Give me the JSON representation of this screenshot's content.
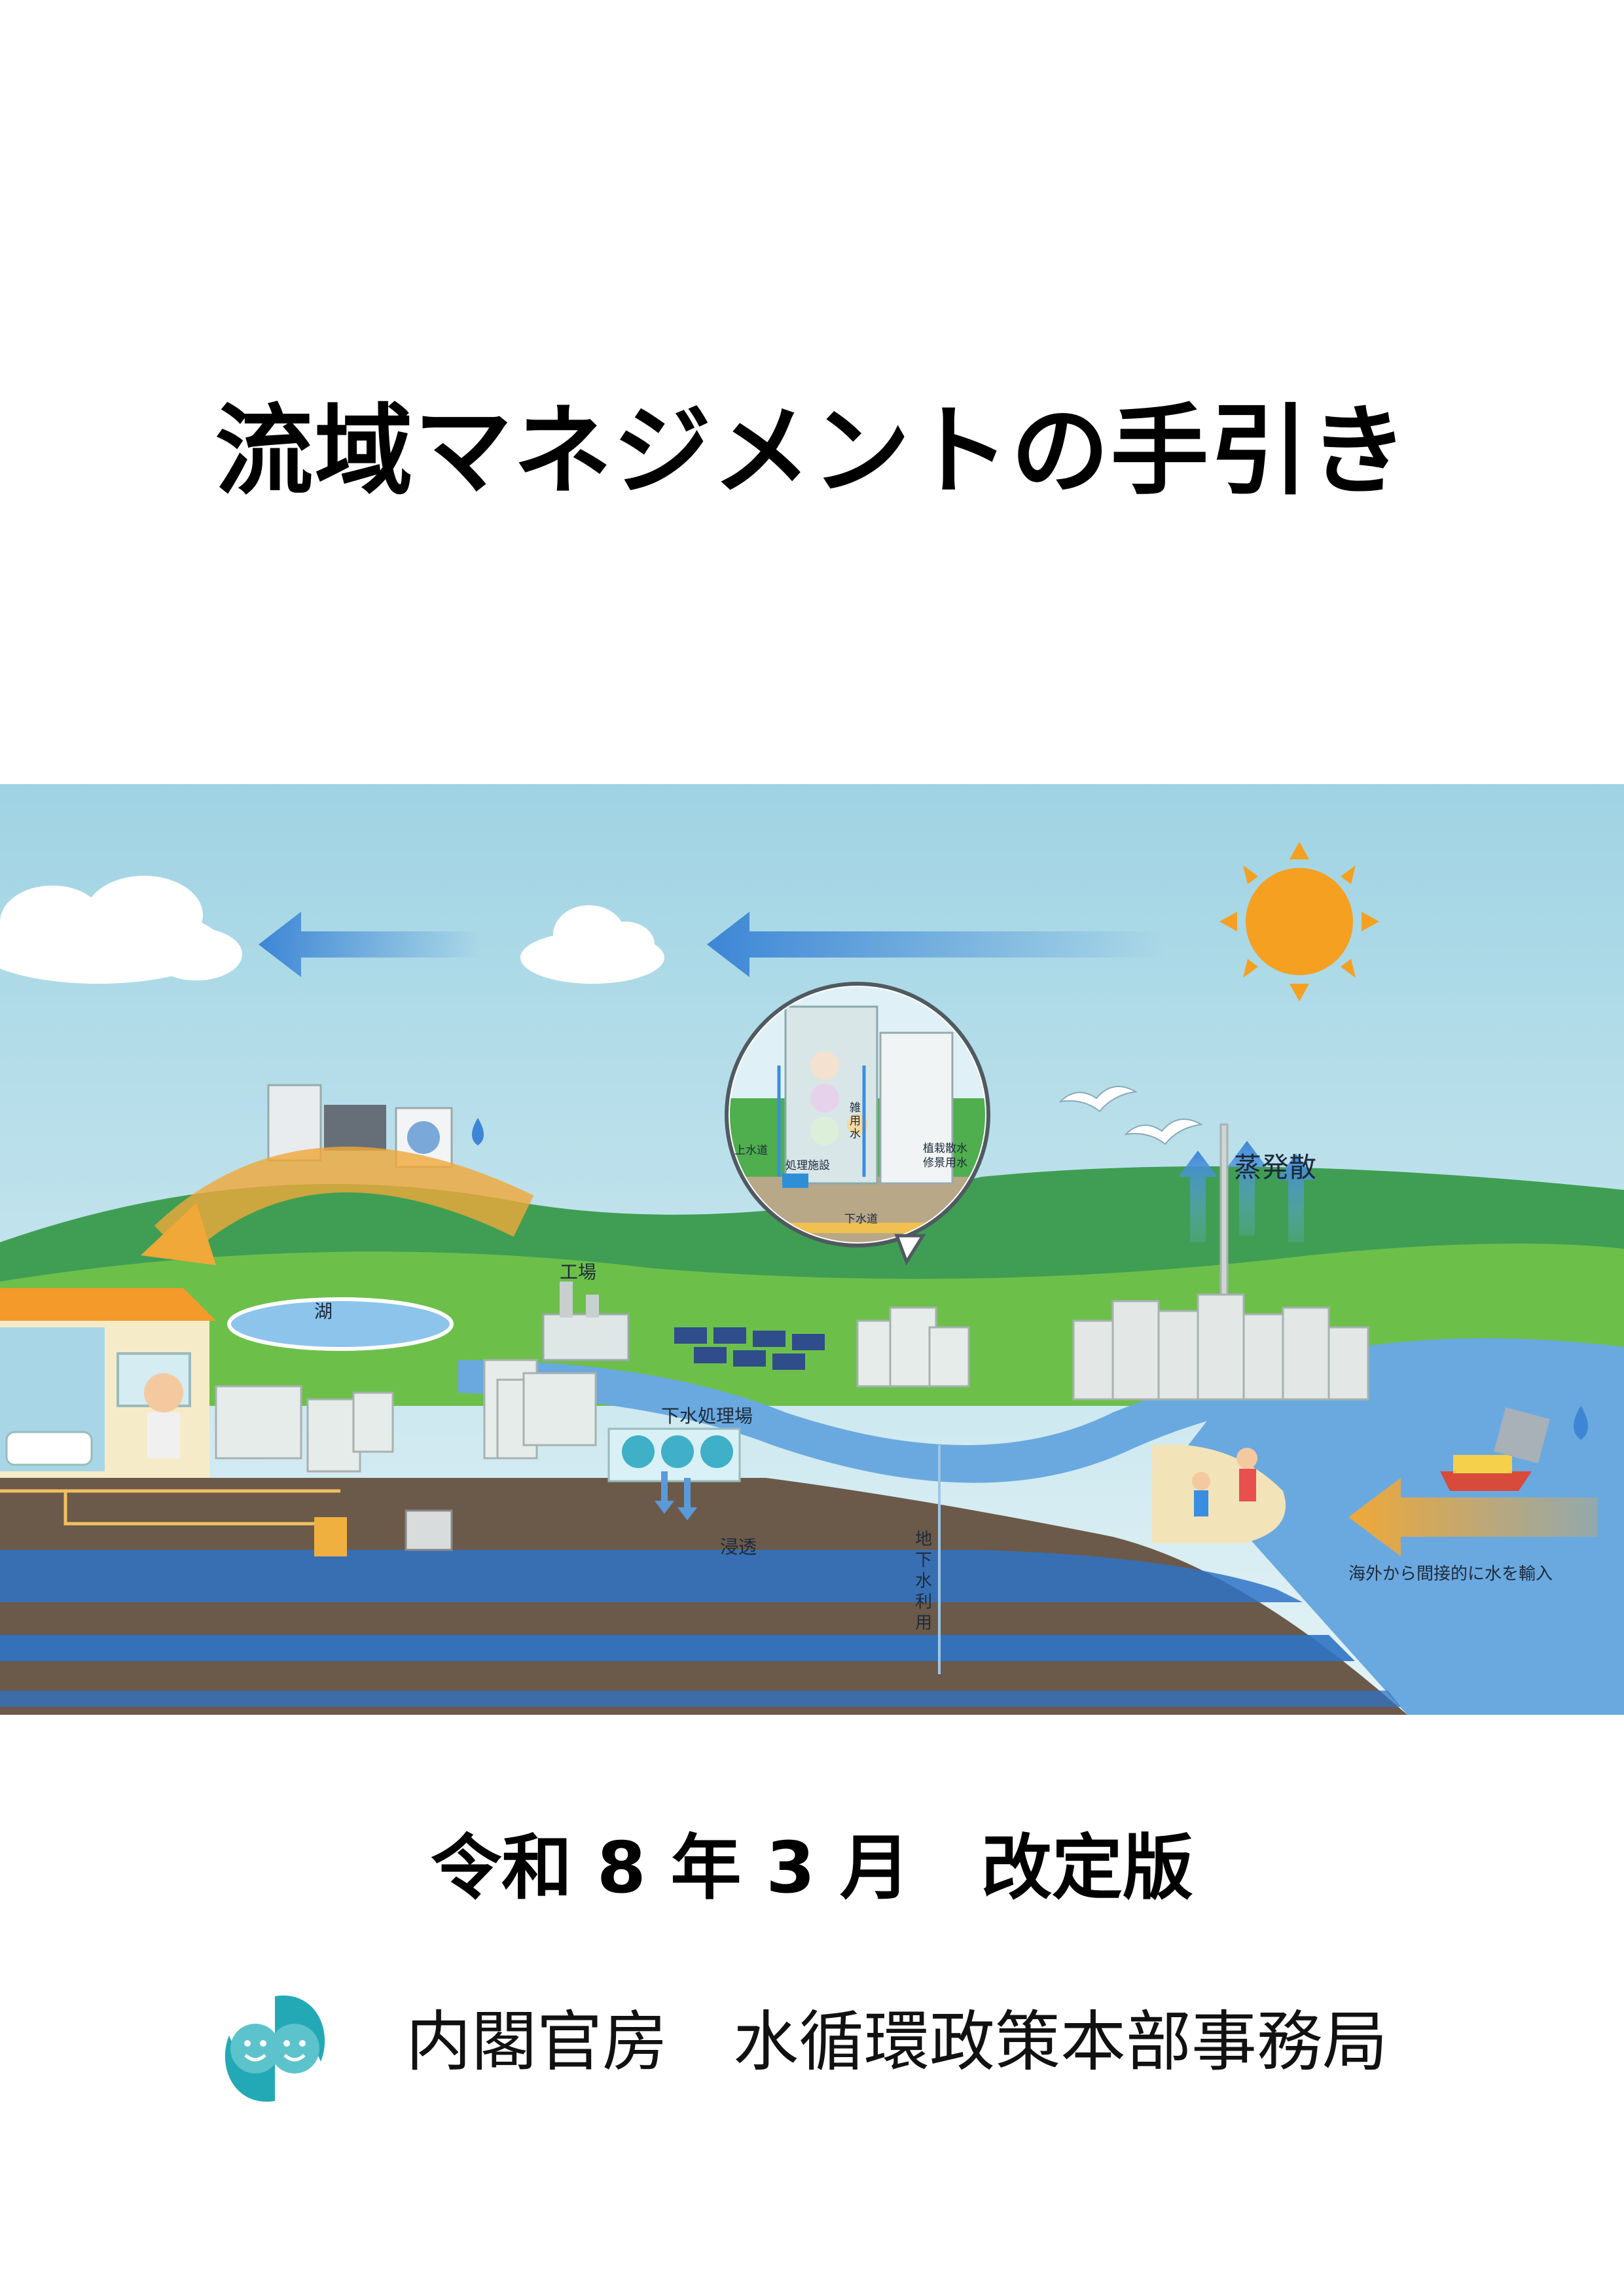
{
  "document": {
    "title": "流域マネジメントの手引き",
    "date_edition": "令和 8 年 3 月　改定版",
    "organization": "内閣官房　水循環政策本部事務局"
  },
  "illustration_labels": {
    "factory": "工場",
    "lake": "湖",
    "water_supply": "上水道",
    "treatment_facility": "処理施設",
    "miscellaneous_water": "雑用水",
    "irrigation": "植栽散水\n修景用水",
    "sewer": "下水道",
    "sewage_plant": "下水処理場",
    "infiltration": "浸透",
    "groundwater_use": "地下水利用",
    "evapotranspiration": "蒸発散",
    "virtual_water": "海外から間接的に水を輸入"
  },
  "colors": {
    "sky": "#bfe2ec",
    "ground": "#6b5a4a",
    "groundwater": "#2f73c5",
    "river": "#6aa9df",
    "grass": "#6cc04a",
    "sun": "#f5a020",
    "arrow_blue": "#4a90d9",
    "arrow_orange": "#f0a838",
    "logo_teal": "#23a9b6"
  }
}
